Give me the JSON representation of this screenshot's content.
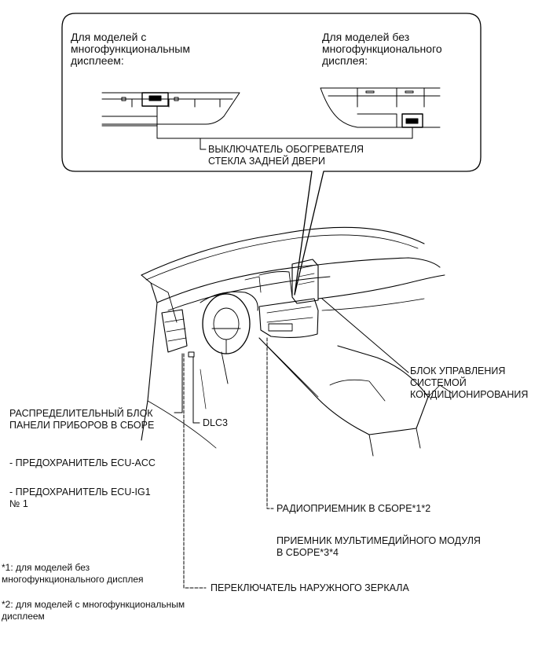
{
  "inset": {
    "left_caption": [
      "Для моделей с",
      "многофункциональным",
      "дисплеем:"
    ],
    "right_caption": [
      "Для моделей без",
      "многофункционального",
      "дисплея:"
    ],
    "switch_label": [
      "ВЫКЛЮЧАТЕЛЬ ОБОГРЕВАТЕЛЯ",
      "СТЕКЛА ЗАДНЕЙ ДВЕРИ"
    ]
  },
  "labels": {
    "ac_control": [
      "БЛОК УПРАВЛЕНИЯ",
      "СИСТЕМОЙ",
      "КОНДИЦИОНИРОВАНИЯ"
    ],
    "junction_block": [
      "РАСПРЕДЕЛИТЕЛЬНЫЙ БЛОК",
      "ПАНЕЛИ ПРИБОРОВ В СБОРЕ"
    ],
    "dlc3": "DLC3",
    "fuse_acc": "- ПРЕДОХРАНИТЕЛЬ ECU-ACC",
    "fuse_ig1": [
      "- ПРЕДОХРАНИТЕЛЬ ECU-IG1",
      "№ 1"
    ],
    "radio": "РАДИОПРИЕМНИК В СБОРЕ*1*2",
    "multimedia": [
      "ПРИЕМНИК МУЛЬТИМЕДИЙНОГО МОДУЛЯ",
      "В СБОРЕ*3*4"
    ],
    "mirror_switch": "ПЕРЕКЛЮЧАТЕЛЬ НАРУЖНОГО ЗЕРКАЛА"
  },
  "footnotes": {
    "n1": [
      "*1: для моделей без",
      "многофункционального дисплея"
    ],
    "n2": [
      "*2: для моделей с многофункциональным",
      "дисплеем"
    ]
  }
}
